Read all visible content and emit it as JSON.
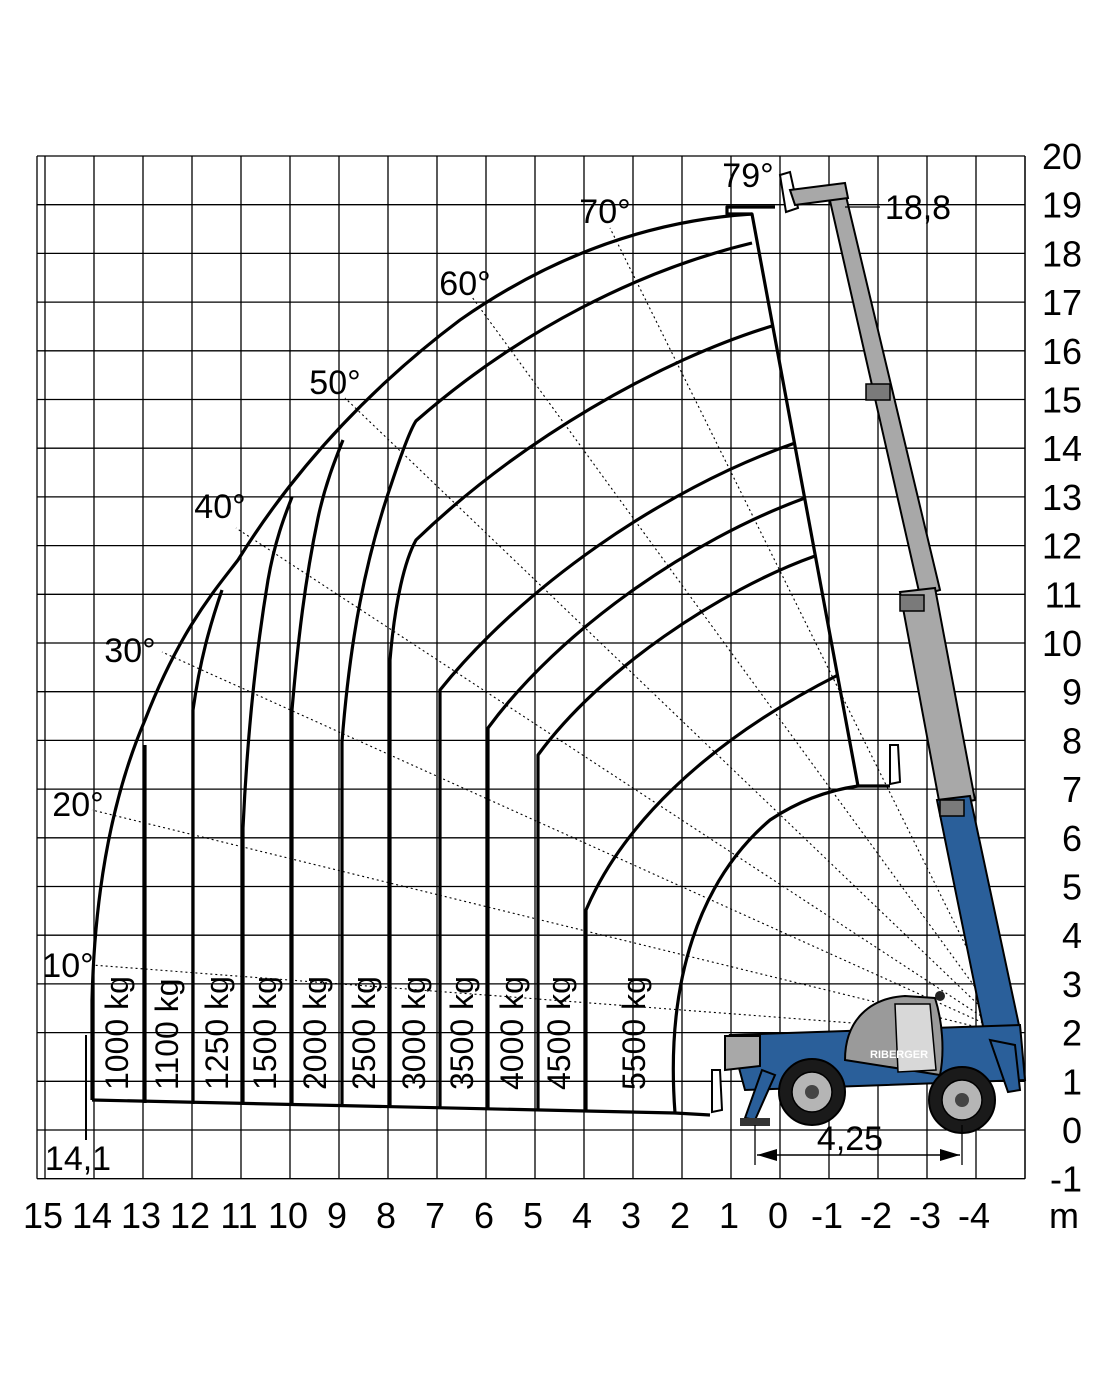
{
  "x_ticks": [
    "15",
    "14",
    "13",
    "12",
    "11",
    "10",
    "9",
    "8",
    "7",
    "6",
    "5",
    "4",
    "3",
    "2",
    "1",
    "0",
    "-1",
    "-2",
    "-3",
    "-4"
  ],
  "x_unit": "m",
  "y_ticks": [
    "-1",
    "0",
    "1",
    "2",
    "3",
    "4",
    "5",
    "6",
    "7",
    "8",
    "9",
    "10",
    "11",
    "12",
    "13",
    "14",
    "15",
    "16",
    "17",
    "18",
    "19",
    "20"
  ],
  "angles": [
    "10°",
    "20°",
    "30°",
    "40°",
    "50°",
    "60°",
    "70°",
    "79°"
  ],
  "load_labels": [
    "1000 kg",
    "1100 kg",
    "1250 kg",
    "1500 kg",
    "2000 kg",
    "2500 kg",
    "3000 kg",
    "3500 kg",
    "4000 kg",
    "4500 kg",
    "5500 kg"
  ],
  "max_height_label": "18,8",
  "max_reach_label": "14,1",
  "wheelbase_label": "4,25",
  "brand": "RIBERGER",
  "colors": {
    "chassis": "#2a5f9a",
    "boom_upper": "#a8a8a8",
    "body": "#9a9a9a"
  }
}
